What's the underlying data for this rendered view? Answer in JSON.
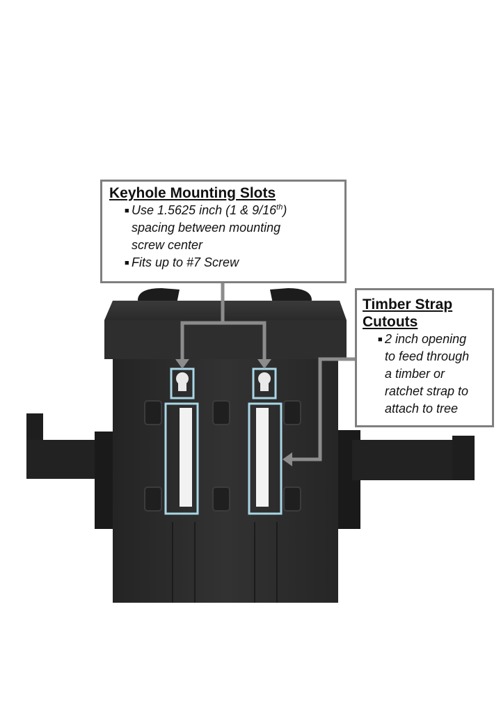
{
  "keyhole": {
    "title": "Keyhole Mounting Slots",
    "bullet_1": {
      "before": "Use 1.5625 inch (1 & 9/16",
      "sup": "th",
      "after": ")"
    },
    "bullet_1_line2": "spacing between mounting",
    "bullet_1_line3": "screw center",
    "bullet_2": "Fits up to #7 Screw"
  },
  "timber": {
    "title_line1": "Timber Strap",
    "title_line2": "Cutouts",
    "lines": [
      "2 inch opening",
      "to feed through",
      "a timber or",
      "ratchet strap to",
      "attach to tree"
    ]
  },
  "colors": {
    "body": "#2c2c2c",
    "callout_border": "#7f7f7f",
    "highlight": "#a9d6e6",
    "arrow": "#8c8c8c"
  }
}
